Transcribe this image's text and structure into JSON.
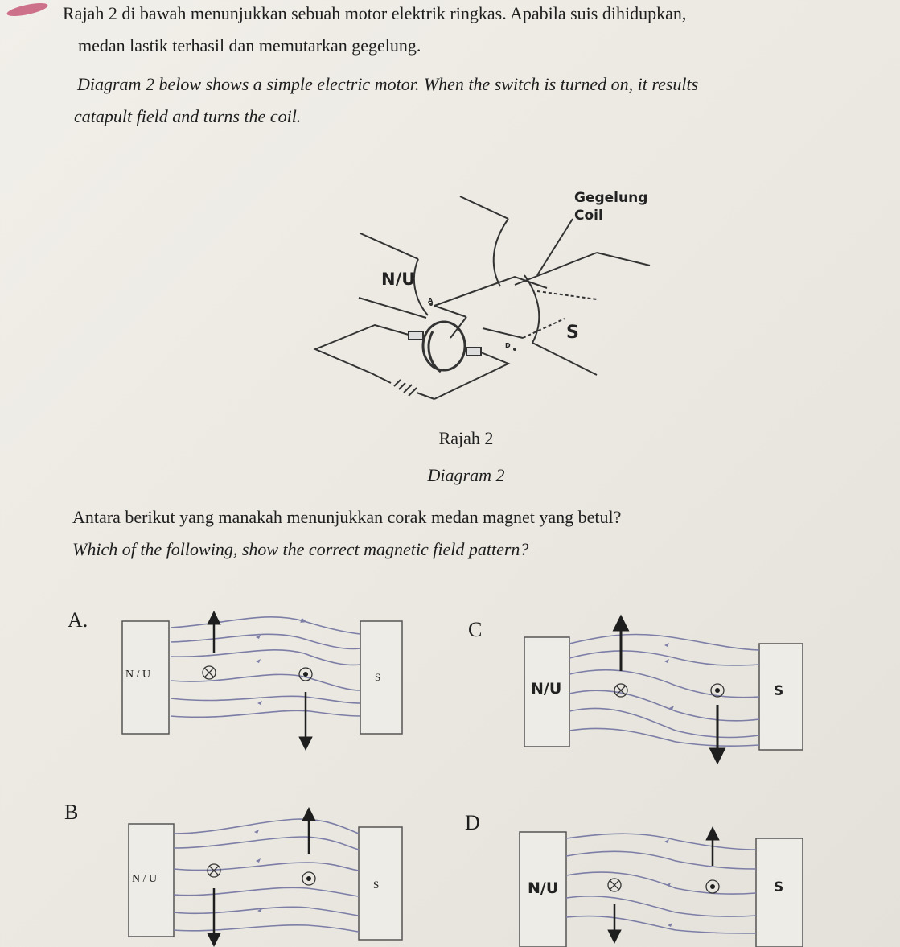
{
  "question": {
    "line_ms_1": "Rajah 2 di bawah menunjukkan sebuah motor elektrik ringkas. Apabila suis dihidupkan,",
    "line_ms_2": "medan lastik terhasil dan memutarkan gegelung.",
    "line_en_1": "Diagram 2 below shows a simple electric motor. When the switch is turned on, it results",
    "line_en_2": "catapult field and turns the coil."
  },
  "diagram": {
    "coil_label_ms": "Gegelung",
    "coil_label_en": "Coil",
    "north_label": "N/U",
    "south_label": "S",
    "point_a": "A",
    "point_d": "D",
    "caption_ms": "Rajah 2",
    "caption_en": "Diagram 2"
  },
  "prompt": {
    "ms": "Antara berikut yang manakah menunjukkan corak medan magnet yang betul?",
    "en": "Which of the following, show the correct magnetic field pattern?"
  },
  "options": {
    "a": {
      "letter": "A.",
      "north": "N / U",
      "south": "S"
    },
    "b": {
      "letter": "B",
      "north": "N / U",
      "south": "S"
    },
    "c": {
      "letter": "C",
      "north": "N/U",
      "south": "S"
    },
    "d": {
      "letter": "D",
      "north": "N/U",
      "south": "S"
    }
  },
  "colors": {
    "field_line": "#7c7ea6",
    "ink": "#1e1e1e"
  }
}
